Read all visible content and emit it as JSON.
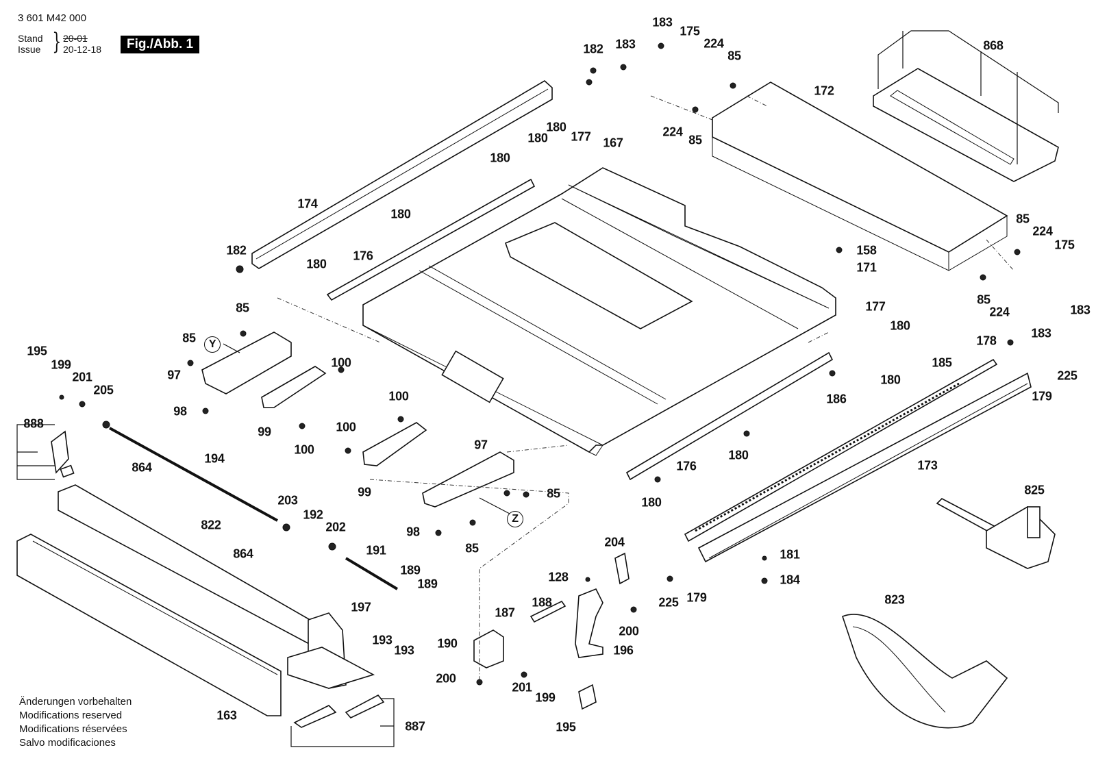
{
  "header": {
    "document_number": "3 601 M42 000",
    "stand_label": "Stand",
    "issue_label": "Issue",
    "previous_date": "20-01",
    "issue_date": "20-12-18",
    "figure_label": "Fig./Abb. 1"
  },
  "footer": {
    "lines": [
      "Änderungen vorbehalten",
      "Modifications reserved",
      "Modifications réservées",
      "Salvo modificaciones"
    ]
  },
  "diagram": {
    "type": "exploded-parts-view",
    "detail_markers": [
      "Y",
      "Z"
    ],
    "callouts": [
      {
        "id": "c1",
        "label": "182"
      },
      {
        "id": "c2",
        "label": "183"
      },
      {
        "id": "c3",
        "label": "183"
      },
      {
        "id": "c4",
        "label": "175"
      },
      {
        "id": "c5",
        "label": "224"
      },
      {
        "id": "c6",
        "label": "85"
      },
      {
        "id": "c7",
        "label": "224"
      },
      {
        "id": "c8",
        "label": "85"
      },
      {
        "id": "c9",
        "label": "868"
      },
      {
        "id": "c10",
        "label": "172"
      },
      {
        "id": "c11",
        "label": "180"
      },
      {
        "id": "c12",
        "label": "180"
      },
      {
        "id": "c13",
        "label": "177"
      },
      {
        "id": "c14",
        "label": "167"
      },
      {
        "id": "c15",
        "label": "180"
      },
      {
        "id": "c16",
        "label": "174"
      },
      {
        "id": "c17",
        "label": "180"
      },
      {
        "id": "c18",
        "label": "182"
      },
      {
        "id": "c19",
        "label": "176"
      },
      {
        "id": "c20",
        "label": "180"
      },
      {
        "id": "c21",
        "label": "85"
      },
      {
        "id": "c22",
        "label": "224"
      },
      {
        "id": "c23",
        "label": "175"
      },
      {
        "id": "c24",
        "label": "158"
      },
      {
        "id": "c25",
        "label": "171"
      },
      {
        "id": "c26",
        "label": "85"
      },
      {
        "id": "c27",
        "label": "224"
      },
      {
        "id": "c28",
        "label": "183"
      },
      {
        "id": "c29",
        "label": "183"
      },
      {
        "id": "c30",
        "label": "177"
      },
      {
        "id": "c31",
        "label": "180"
      },
      {
        "id": "c32",
        "label": "180"
      },
      {
        "id": "c33",
        "label": "178"
      },
      {
        "id": "c34",
        "label": "225"
      },
      {
        "id": "c35",
        "label": "179"
      },
      {
        "id": "c36",
        "label": "185"
      },
      {
        "id": "c37",
        "label": "186"
      },
      {
        "id": "c38",
        "label": "85"
      },
      {
        "id": "c39",
        "label": "85"
      },
      {
        "id": "c40",
        "label": "97"
      },
      {
        "id": "c41",
        "label": "98"
      },
      {
        "id": "c42",
        "label": "99"
      },
      {
        "id": "c43",
        "label": "100"
      },
      {
        "id": "c44",
        "label": "100"
      },
      {
        "id": "c45",
        "label": "195"
      },
      {
        "id": "c46",
        "label": "199"
      },
      {
        "id": "c47",
        "label": "201"
      },
      {
        "id": "c48",
        "label": "205"
      },
      {
        "id": "c49",
        "label": "888"
      },
      {
        "id": "c50",
        "label": "864"
      },
      {
        "id": "c51",
        "label": "194"
      },
      {
        "id": "c52",
        "label": "100"
      },
      {
        "id": "c53",
        "label": "100"
      },
      {
        "id": "c54",
        "label": "99"
      },
      {
        "id": "c55",
        "label": "97"
      },
      {
        "id": "c56",
        "label": "85"
      },
      {
        "id": "c57",
        "label": "98"
      },
      {
        "id": "c58",
        "label": "85"
      },
      {
        "id": "c59",
        "label": "176"
      },
      {
        "id": "c60",
        "label": "180"
      },
      {
        "id": "c61",
        "label": "180"
      },
      {
        "id": "c62",
        "label": "173"
      },
      {
        "id": "c63",
        "label": "825"
      },
      {
        "id": "c64",
        "label": "822"
      },
      {
        "id": "c65",
        "label": "203"
      },
      {
        "id": "c66",
        "label": "192"
      },
      {
        "id": "c67",
        "label": "202"
      },
      {
        "id": "c68",
        "label": "864"
      },
      {
        "id": "c69",
        "label": "191"
      },
      {
        "id": "c70",
        "label": "189"
      },
      {
        "id": "c71",
        "label": "189"
      },
      {
        "id": "c72",
        "label": "197"
      },
      {
        "id": "c73",
        "label": "193"
      },
      {
        "id": "c74",
        "label": "193"
      },
      {
        "id": "c75",
        "label": "190"
      },
      {
        "id": "c76",
        "label": "204"
      },
      {
        "id": "c77",
        "label": "128"
      },
      {
        "id": "c78",
        "label": "188"
      },
      {
        "id": "c79",
        "label": "187"
      },
      {
        "id": "c80",
        "label": "200"
      },
      {
        "id": "c81",
        "label": "196"
      },
      {
        "id": "c82",
        "label": "200"
      },
      {
        "id": "c83",
        "label": "201"
      },
      {
        "id": "c84",
        "label": "199"
      },
      {
        "id": "c85",
        "label": "195"
      },
      {
        "id": "c86",
        "label": "181"
      },
      {
        "id": "c87",
        "label": "184"
      },
      {
        "id": "c88",
        "label": "225"
      },
      {
        "id": "c89",
        "label": "179"
      },
      {
        "id": "c90",
        "label": "823"
      },
      {
        "id": "c91",
        "label": "163"
      },
      {
        "id": "c92",
        "label": "887"
      }
    ]
  }
}
